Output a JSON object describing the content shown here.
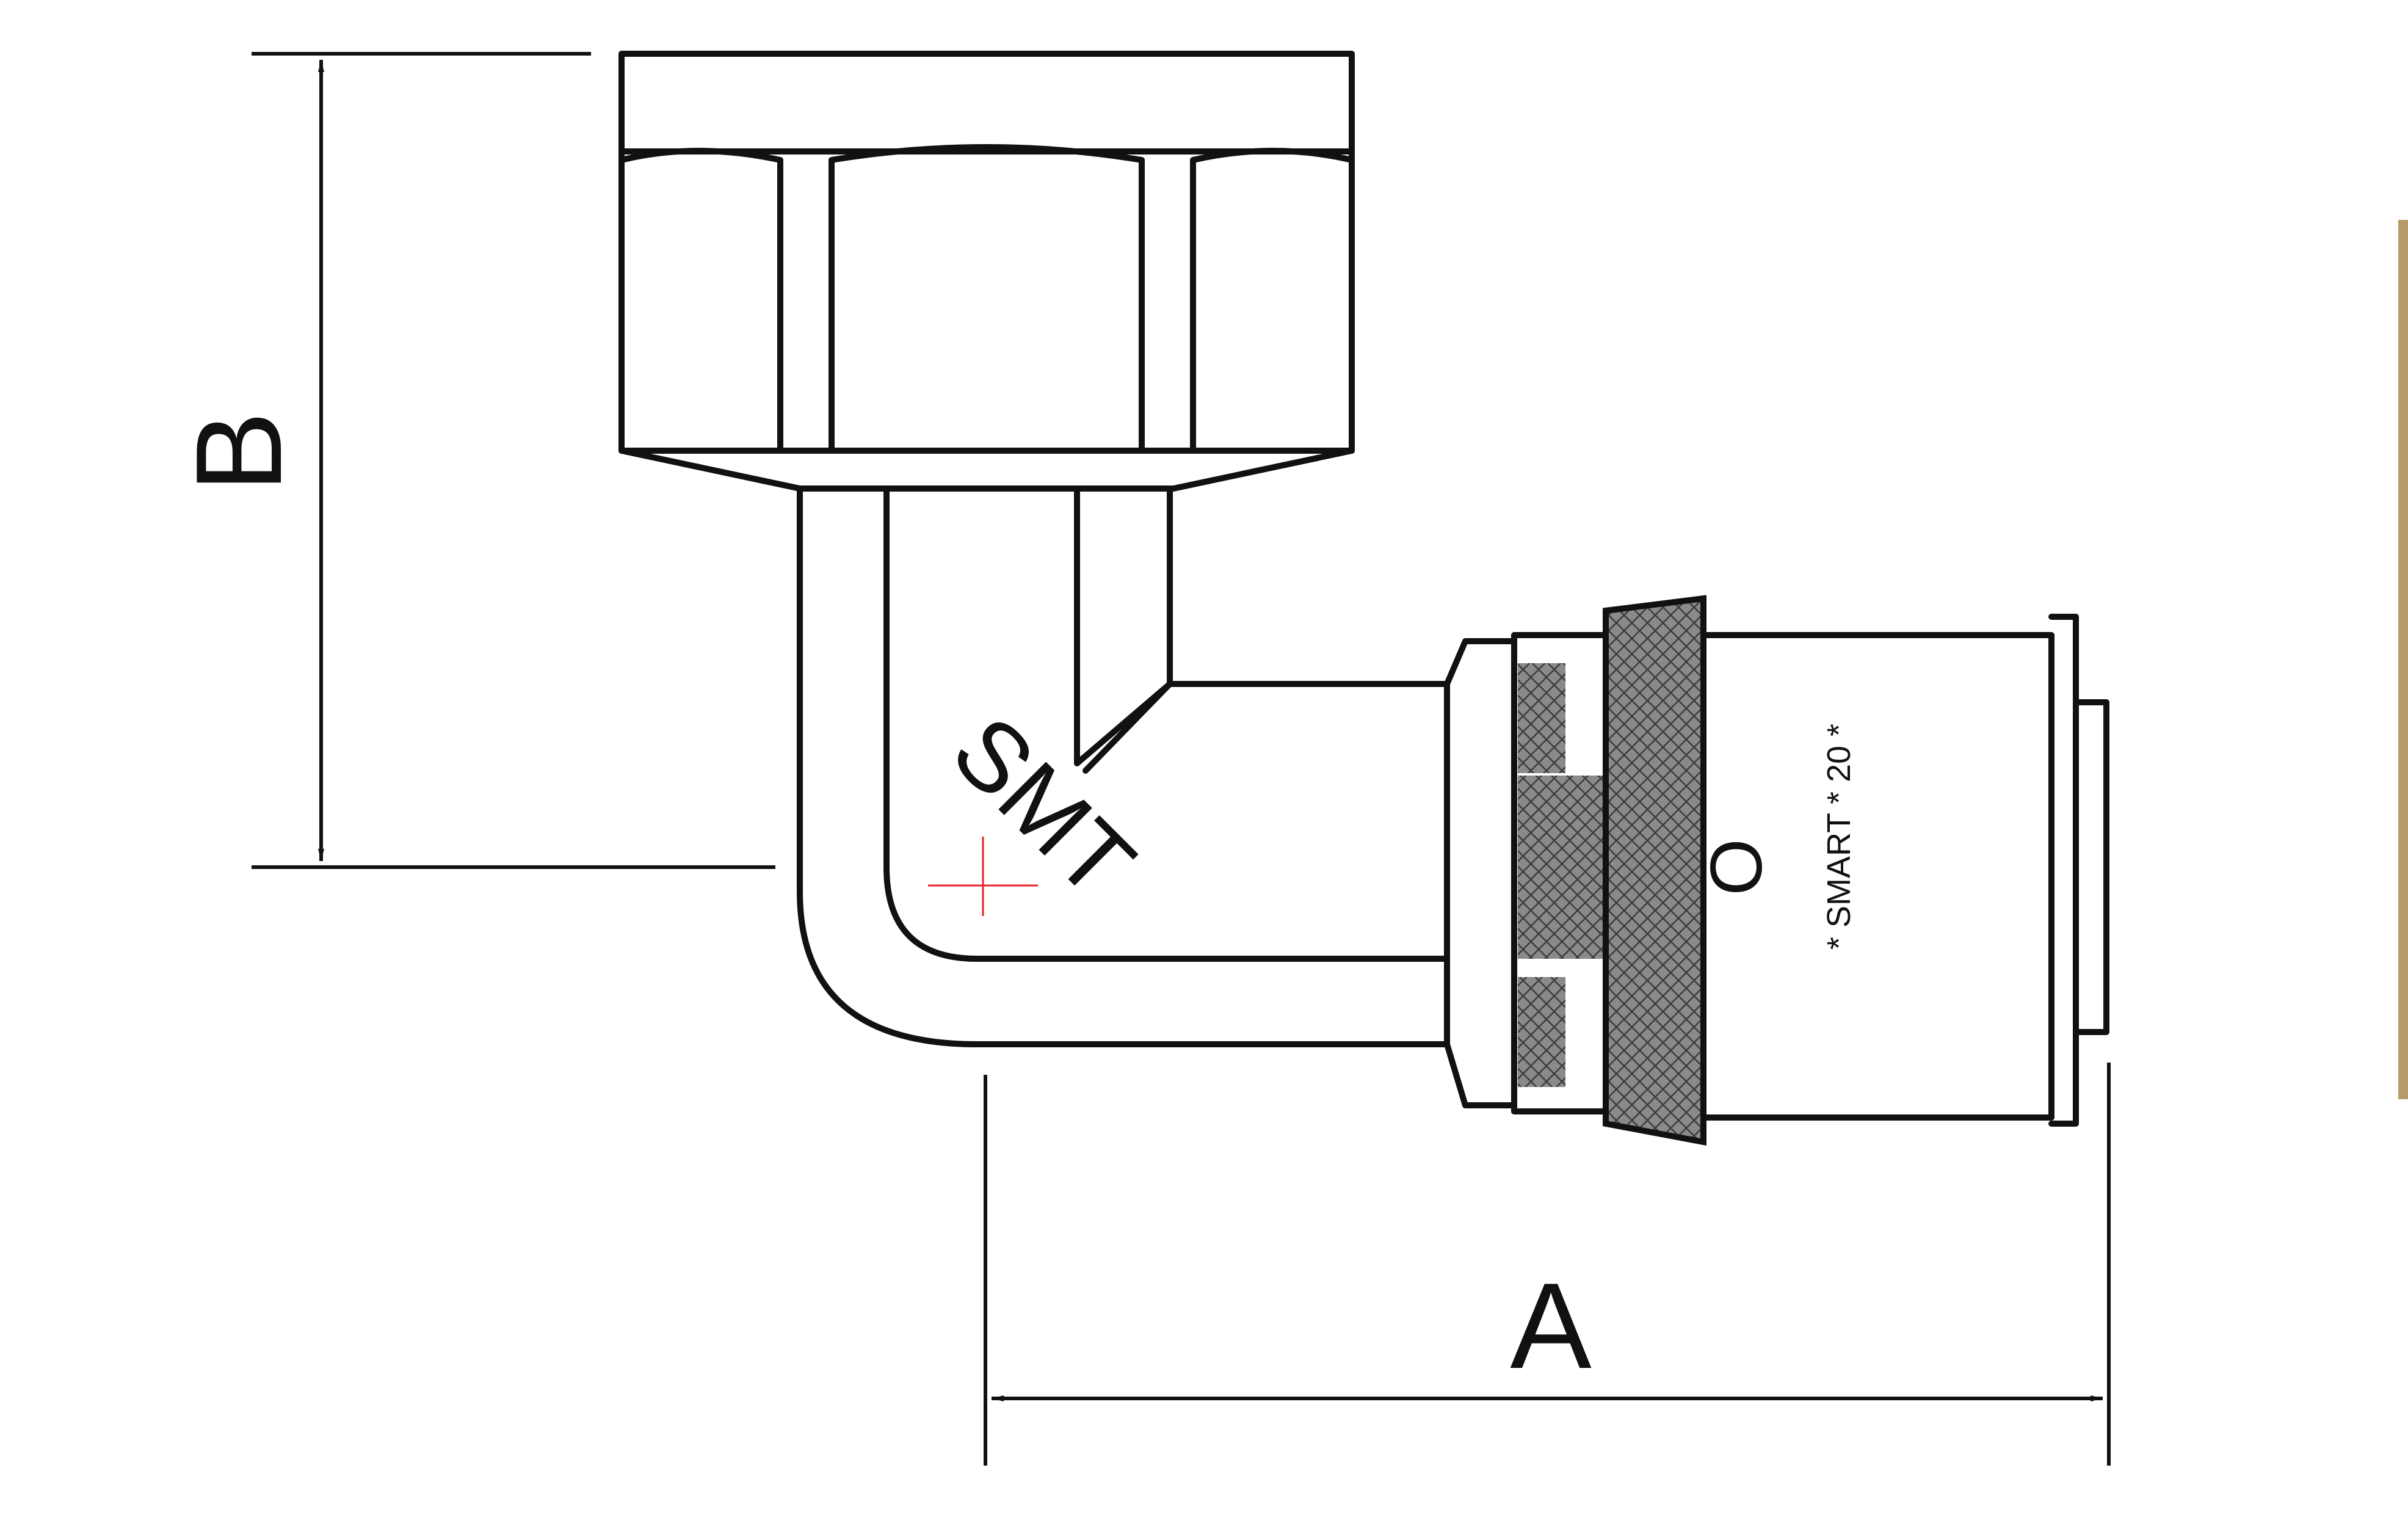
{
  "drawing": {
    "dimension_a": "A",
    "dimension_b": "B",
    "brand_mark": "SMT",
    "sleeve_marking": "* SMART * 20 *",
    "ring_mark": "O"
  },
  "colors": {
    "line": "#111111",
    "hatch": "#6f6f6f",
    "crosshair": "#e8232a",
    "edge_strip": "#b89a6a",
    "background": "#ffffff"
  },
  "icons": {
    "arrowhead": "dimension-arrowhead",
    "crosshair": "center-crosshair"
  }
}
